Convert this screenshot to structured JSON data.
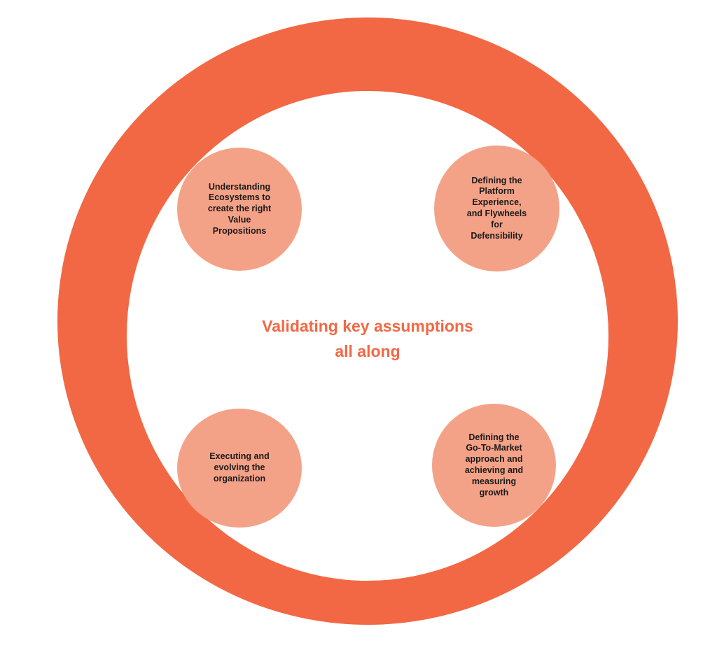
{
  "diagram": {
    "center_label": "Validating key assumptions\nall along",
    "colors": {
      "ring": "#F26844",
      "node_fill": "#F4A287",
      "node_text": "#1a1a1a",
      "center_text": "#F26844",
      "background": "#ffffff"
    },
    "nodes": [
      {
        "position": "top-left",
        "label": "Understanding\nEcosystems to\ncreate the right\nValue\nPropositions"
      },
      {
        "position": "top-right",
        "label": "Defining the\nPlatform\nExperience,\nand Flywheels\nfor\nDefensibility"
      },
      {
        "position": "bottom-left",
        "label": "Executing and\nevolving the\norganization"
      },
      {
        "position": "bottom-right",
        "label": "Defining the\nGo-To-Market\napproach and\nachieving and\nmeasuring\ngrowth"
      }
    ]
  }
}
